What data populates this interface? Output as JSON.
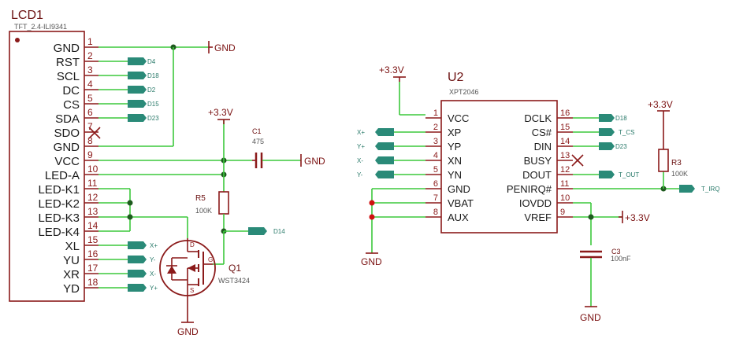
{
  "lcd": {
    "ref": "LCD1",
    "part": "TFT_2.4-ILI9341",
    "pins": [
      {
        "num": "1",
        "name": "GND"
      },
      {
        "num": "2",
        "name": "RST"
      },
      {
        "num": "3",
        "name": "SCL"
      },
      {
        "num": "4",
        "name": "DC"
      },
      {
        "num": "5",
        "name": "CS"
      },
      {
        "num": "6",
        "name": "SDA"
      },
      {
        "num": "7",
        "name": "SDO"
      },
      {
        "num": "8",
        "name": "GND"
      },
      {
        "num": "9",
        "name": "VCC"
      },
      {
        "num": "10",
        "name": "LED-A"
      },
      {
        "num": "11",
        "name": "LED-K1"
      },
      {
        "num": "12",
        "name": "LED-K2"
      },
      {
        "num": "13",
        "name": "LED-K3"
      },
      {
        "num": "14",
        "name": "LED-K4"
      },
      {
        "num": "15",
        "name": "XL"
      },
      {
        "num": "16",
        "name": "YU"
      },
      {
        "num": "17",
        "name": "XR"
      },
      {
        "num": "18",
        "name": "YD"
      }
    ],
    "net_tags": {
      "p2": "D4",
      "p3": "D18",
      "p4": "D2",
      "p5": "D15",
      "p6": "D23",
      "p15": "X+",
      "p16": "Y-",
      "p17": "X-",
      "p18": "Y+"
    }
  },
  "u2": {
    "ref": "U2",
    "part": "XPT2046",
    "left_pins": [
      {
        "num": "1",
        "name": "VCC"
      },
      {
        "num": "2",
        "name": "XP"
      },
      {
        "num": "3",
        "name": "YP"
      },
      {
        "num": "4",
        "name": "XN"
      },
      {
        "num": "5",
        "name": "YN"
      },
      {
        "num": "6",
        "name": "GND"
      },
      {
        "num": "7",
        "name": "VBAT"
      },
      {
        "num": "8",
        "name": "AUX"
      }
    ],
    "right_pins": [
      {
        "num": "16",
        "name": "DCLK"
      },
      {
        "num": "15",
        "name": "CS#"
      },
      {
        "num": "14",
        "name": "DIN"
      },
      {
        "num": "13",
        "name": "BUSY"
      },
      {
        "num": "12",
        "name": "DOUT"
      },
      {
        "num": "11",
        "name": "PENIRQ#"
      },
      {
        "num": "10",
        "name": "IOVDD"
      },
      {
        "num": "9",
        "name": "VREF"
      }
    ],
    "left_tags": {
      "p2": "X+",
      "p3": "Y+",
      "p4": "X-",
      "p5": "Y-"
    },
    "right_tags": {
      "p16": "D18",
      "p15": "T_CS",
      "p14": "D23",
      "p12": "T_OUT"
    }
  },
  "c1": {
    "ref": "C1",
    "value": "475"
  },
  "r5": {
    "ref": "R5",
    "value": "100K"
  },
  "q1": {
    "ref": "Q1",
    "part": "WST3424",
    "pin_d": "D",
    "pin_g": "G",
    "pin_s": "S"
  },
  "r3": {
    "ref": "R3",
    "value": "100K"
  },
  "c3": {
    "ref": "C3",
    "value": "100nF"
  },
  "nets": {
    "gnd": "GND",
    "v33": "+3.3V",
    "d14": "D14",
    "t_irq": "T_IRQ"
  }
}
